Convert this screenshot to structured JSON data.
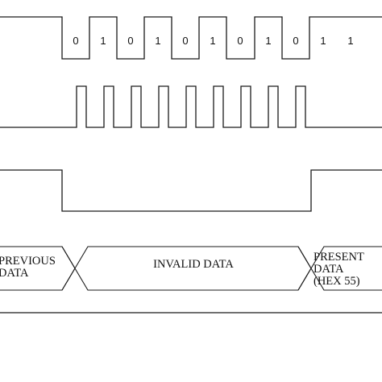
{
  "data_line": {
    "bits": [
      "0",
      "1",
      "0",
      "1",
      "0",
      "1",
      "0",
      "1",
      "0",
      "1",
      "1"
    ]
  },
  "bus": {
    "previous": [
      "PREVIOUS",
      "DATA"
    ],
    "invalid": "INVALID DATA",
    "present": [
      "PRESENT",
      "DATA",
      "(HEX 55)"
    ]
  }
}
